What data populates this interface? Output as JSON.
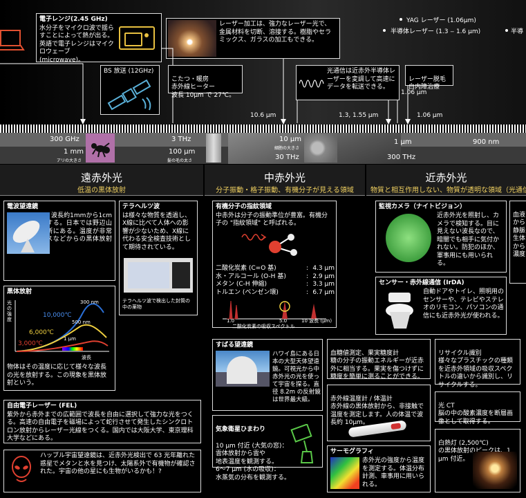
{
  "top": {
    "yag": "YAG レーザー (1.06μm)",
    "semi": "半導体レーザー (1.3 ‒ 1.6 μm)",
    "semi_cut": "半導",
    "microwave_title": "電子レンジ(2.45 GHz)",
    "microwave_body": "水分子をマイクロ波で揺らすことによって熱が出る。英語で電子レンジはマイクロウェーブ (microwave)。",
    "laser_body": "レーザー加工は、強力なレーザー光で、金属材料を切断、溶接する。樹脂やセラミックス、ガラスの加工もできる。",
    "bs": "BS 放送 (12GHz)",
    "kotatsu": "こたつ・暖房\n赤外線ヒーター\n波長 10μm で 27℃。",
    "optical": "光通信は近赤外半導体レーザーを変調して高速にデータを転送できる。",
    "hair": "レーザー脱毛\n白内障治療",
    "w106a": "1.06 μm",
    "w106b": "1.06 μm",
    "w106": "10.6 μm",
    "w13": "1.3, 1.55 μm"
  },
  "scale": {
    "f300g": "300 GHz",
    "f3t": "3 THz",
    "w10um": "10 μm",
    "w10um_sub": "細胞の大きさ",
    "w1um": "1 μm",
    "w900": "900 nm",
    "w1mm": "1 mm",
    "w1mm_sub": "アリの大きさ",
    "w100um": "100 μm",
    "w100um_sub": "髪の毛の太さ",
    "f30t": "30 THz",
    "f300t": "300 THz"
  },
  "sections": {
    "far_t": "遠赤外光",
    "far_s": "低温の黒体放射",
    "mid_t": "中赤外光",
    "mid_s": "分子振動・格子振動、有機分子が見える領域",
    "near_t": "近赤外光",
    "near_s": "物質と相互作用しない、物質が透明な領域（光通信"
  },
  "far": {
    "radio_title": "電波望遠鏡",
    "radio_body": "波長約1mmから1cmの電波を検出する。日本では野辺山宇宙電波観測所にある。温度が非常に低い星間ガスなどからの黒体放射を観測する。",
    "thz_title": "テラヘルツ波",
    "thz_body": "は様々な物質を透過し、X線に比べて人体への影響が少ないため、X線に代わる安全検査技術として期待されている。",
    "thz_cap": "テラヘルツ波で検出した封筒の中の薬物",
    "bb_title": "黒体放射",
    "bb_ylabel": "光の強度",
    "bb_t1": "10,000℃",
    "bb_t2": "6,000℃",
    "bb_t3": "3,000℃",
    "bb_300": "300 nm",
    "bb_500": "500 nm",
    "bb_1um": "1 μm",
    "bb_wave": "波長",
    "bb_body": "物体はその温度に応じて様々な波長の光を放射する。この現象を黒体放射という。",
    "fel_title": "自由電子レーザー (FEL)",
    "fel_body": "紫外から赤外までの広範囲で波長を自由に選択して強力な光をつくる。高速の自由電子を磁場によって蛇行させて発生したシンクロトロン放射からレーザー光線をつくる。国内では大阪大学、東京理科大学などにある。",
    "hubble_body": "ハッブル宇宙望遠鏡は、近赤外光検出で 63 光年離れた惑星でメタンと水を見つけ、太陽系外で有機物が確認された。宇宙の他の星にも生物がいるかも！?"
  },
  "mid": {
    "fp_title": "有機分子の指紋領域",
    "fp_body": "中赤外は分子の振動準位が豊富。有機分子の \"指紋領域\" と呼ばれる。",
    "rows": [
      {
        "name": "二酸化炭素 (C=O 基)",
        "val": "4.3 μm"
      },
      {
        "name": "水・アルコール (O-H 基)",
        "val": "2.9 μm"
      },
      {
        "name": "メタン (C-H 伸縮)",
        "val": "3.3 μm"
      },
      {
        "name": "トルエン (ベンゼン環)",
        "val": "6.7 μm"
      }
    ],
    "spec_x1": "1.0",
    "spec_x2": "5.0",
    "spec_x3": "10 波長 (μm)",
    "spec_cap": "二酸化炭素の吸収スペクトル",
    "subaru_title": "すばる望遠鏡",
    "subaru_body": "ハワイ島にある日本の大型天体望遠鏡。可視光から中赤外光の光を使って宇宙を探る。直径 8.2m の反射鏡は世界最大級。",
    "sat_title": "気象衛星ひまわり",
    "sat_body": "10 μm 付近 (大気の窓)：\n 雲体放射から雲や\n 地表温度を観測する。\n6～7 μm (水の吸収)：\n 水蒸気の分布を観測する。",
    "blood_body": "血糖値測定、果実糖度計\n糖の分子の振動エネルギーが近赤外に相当する。果実を傷つけずに糖度を簡単に測ることができる。",
    "thermo_body": "赤外線温度計 / 体温計\n赤外線の黒体放射から、非接触で温度を測定します。人の体温で波長約 10μm。",
    "thermog_title": "サーモグラフィ",
    "thermog_body": "赤外光の強度から温度を測定する。体温分布計測、車事用に用いられる。"
  },
  "near": {
    "cam_title": "監視カメラ（ナイトビジョン）",
    "cam_body": "近赤外光を照射し、カメラで検知する。目に見えない波長なので、暗闇でも相手に気付かれない。防犯のほか、軍事用にも用いられる。",
    "sensor_title": "センサー・赤外線通信 (IrDA)",
    "sensor_body": "自動ドアやトイレ、照明用のセンサーや、テレビやステレオのリモコン、パソコンの通信にも近赤外光が使われる。",
    "recycle_body": "リサイクル識別\n様々なプラスチックの種類を近赤外領域の吸収スペクトルの違いから識別し、リサイクルする。",
    "ct_body": "光 CT\n脳の中の酸素濃度を断層画像として取得する。",
    "bulb_body": "白熱灯 (2,500℃)\nの黒体放射のピークは、1 μm 付近。",
    "blood2": "血液\nから\n静脈\n生体\nから\n濃度"
  }
}
